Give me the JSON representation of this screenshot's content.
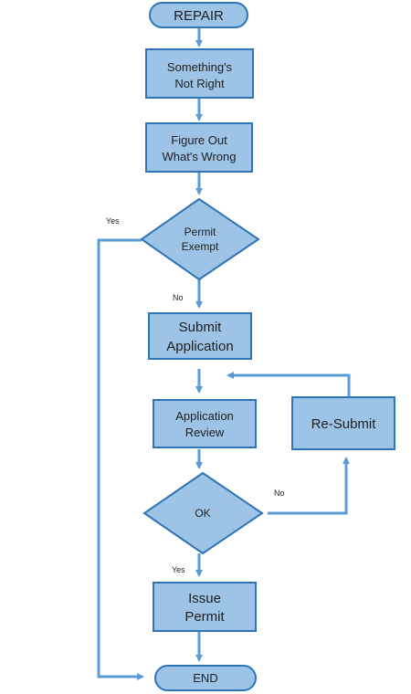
{
  "nodes": {
    "repair": "REPAIR",
    "something_wrong": [
      "Something's",
      "Not Right"
    ],
    "figure_out": [
      "Figure Out",
      "What's Wrong"
    ],
    "permit_exempt": [
      "Permit",
      "Exempt"
    ],
    "submit_application": [
      "Submit",
      "Application"
    ],
    "application_review": [
      "Application",
      "Review"
    ],
    "resubmit": "Re-Submit",
    "ok": "OK",
    "issue_permit": [
      "Issue",
      "Permit"
    ],
    "end": "END"
  },
  "edge_labels": {
    "exempt_yes": "Yes",
    "exempt_no": "No",
    "ok_no": "No",
    "ok_yes": "Yes"
  },
  "colors": {
    "fill": "#9dc3e6",
    "border": "#2e75b6",
    "connector": "#5b9bd5"
  }
}
